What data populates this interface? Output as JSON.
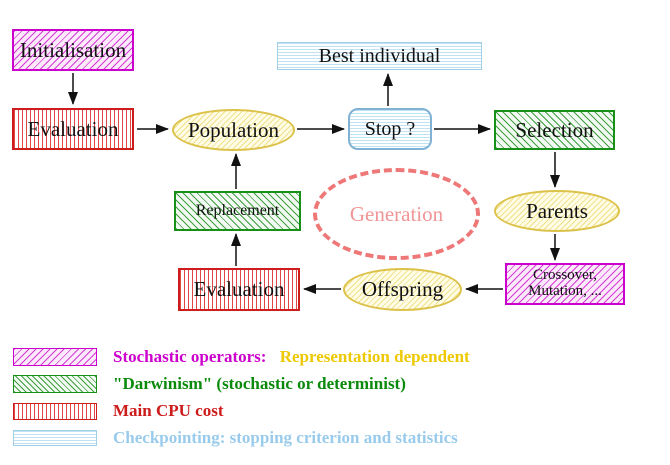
{
  "diagram": {
    "nodes": {
      "initialisation": {
        "label": "Initialisation"
      },
      "evaluation_top": {
        "label": "Evaluation"
      },
      "population": {
        "label": "Population"
      },
      "best_individual": {
        "label": "Best individual"
      },
      "stop": {
        "label": "Stop ?"
      },
      "selection": {
        "label": "Selection"
      },
      "parents": {
        "label": "Parents"
      },
      "crossover_mutation": {
        "line1": "Crossover,",
        "line2": "Mutation, ..."
      },
      "offspring": {
        "label": "Offspring"
      },
      "evaluation_bottom": {
        "label": "Evaluation"
      },
      "replacement": {
        "label": "Replacement"
      },
      "generation": {
        "label": "Generation"
      }
    },
    "colors": {
      "magenta": "#cc00cc",
      "green": "#169016",
      "red": "#cc1c1c",
      "yellow_border": "#dcc24a",
      "blue_border": "#7fb2d4",
      "coral_dashed": "#ee7777",
      "gold_text": "#eec800",
      "lightblue_text": "#99cbec"
    }
  },
  "legend": {
    "items": [
      {
        "swatch": "magenta-diagonal-hatch",
        "parts": [
          {
            "text": "Stochastic operators:",
            "color": "#cc00cc"
          },
          {
            "text": "Representation dependent",
            "color": "#eec800"
          }
        ]
      },
      {
        "swatch": "green-diagonal-hatch",
        "parts": [
          {
            "text": "\"Darwinism\" (stochastic or determinist)",
            "color": "#0a8a0a"
          }
        ]
      },
      {
        "swatch": "red-vertical-hatch",
        "parts": [
          {
            "text": "Main CPU cost",
            "color": "#cc1c1c"
          }
        ]
      },
      {
        "swatch": "cyan-horizontal-hatch",
        "parts": [
          {
            "text": "Checkpointing: stopping criterion and statistics",
            "color": "#99cbec"
          }
        ]
      }
    ]
  }
}
